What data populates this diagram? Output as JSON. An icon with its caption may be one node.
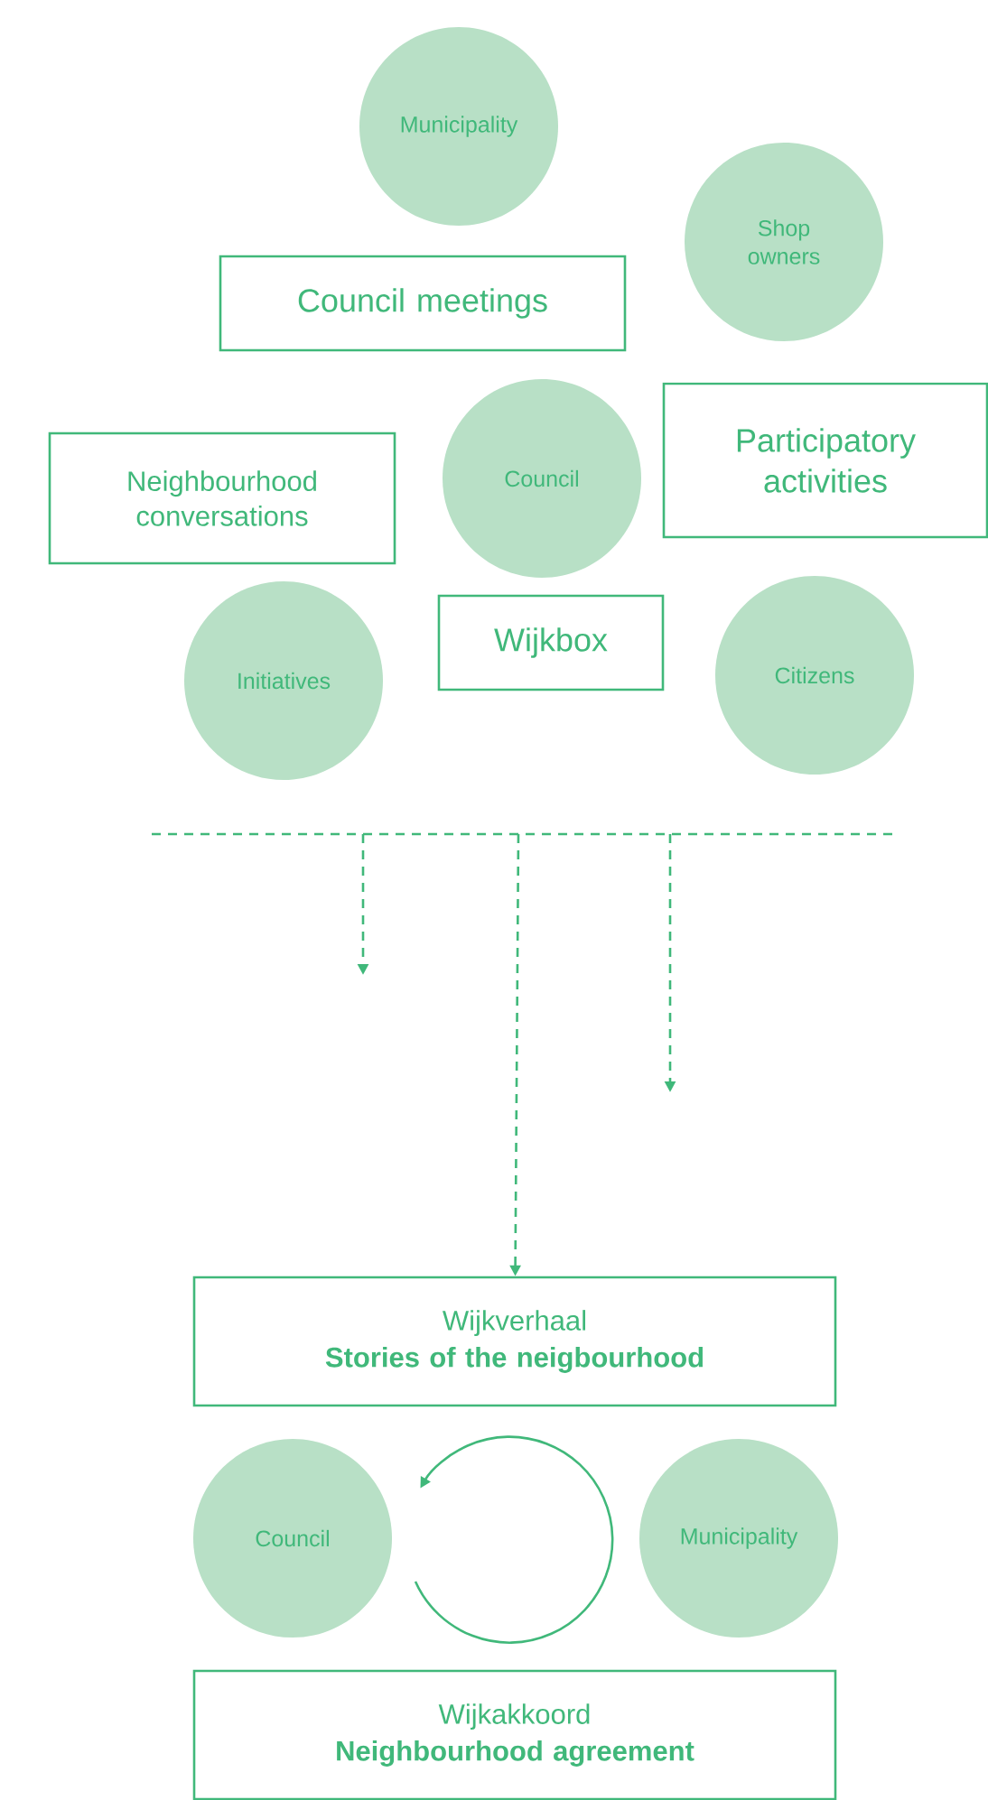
{
  "diagram": {
    "nodes": [
      {
        "text": [
          "Municipality"
        ]
      },
      {
        "text": [
          "Shop owners"
        ]
      },
      {
        "text": [
          "Council meetings"
        ]
      },
      {
        "text": [
          "Council"
        ]
      },
      {
        "text": [
          "Participatory activities"
        ]
      },
      {
        "text": [
          "Neighbourhood conversations"
        ]
      },
      {
        "text": [
          "Initiatives"
        ]
      },
      {
        "text": [
          "Wijkbox"
        ]
      },
      {
        "text": [
          "Citizens"
        ]
      },
      {
        "text": [
          "Wijkverhaal",
          "Stories of the neigbourhood"
        ]
      },
      {
        "text": [
          "Council"
        ]
      },
      {
        "text": [
          "Municipality"
        ]
      },
      {
        "text": [
          "Wijkakkoord",
          "Neighbourhood agreement"
        ]
      }
    ],
    "edges": [
      {
        "from": null,
        "to": 9,
        "arrow": "to",
        "style": "dashed"
      }
    ]
  }
}
